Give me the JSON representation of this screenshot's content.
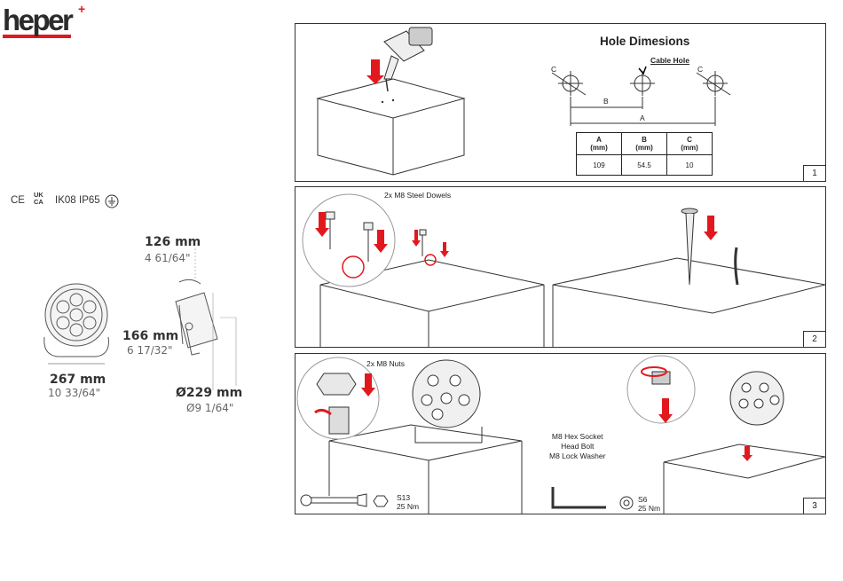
{
  "brand": {
    "logo_text": "heper",
    "accent": "#e1191f"
  },
  "certifications": {
    "ce": "CE",
    "ukca_top": "UK",
    "ukca_bottom": "CA",
    "ik": "IK08",
    "ip": "IP65"
  },
  "dimensions": {
    "depth_mm": "126 mm",
    "depth_in": "4 61/64\"",
    "height_mm": "166 mm",
    "height_in": "6 17/32\"",
    "width_mm": "267 mm",
    "width_in": "10 33/64\"",
    "diameter_mm": "Ø229 mm",
    "diameter_in": "Ø9 1/64\""
  },
  "panel1": {
    "number": "1",
    "title": "Hole Dimesions",
    "cable_hole_label": "Cable Hole",
    "label_a": "A",
    "label_b": "B",
    "label_c": "C",
    "table": {
      "headers": [
        [
          "A",
          "(mm)"
        ],
        [
          "B",
          "(mm)"
        ],
        [
          "C",
          "(mm)"
        ]
      ],
      "values": [
        "109",
        "54.5",
        "10"
      ]
    }
  },
  "panel2": {
    "number": "2",
    "dowels_label": "2x M8 Steel Dowels"
  },
  "panel3": {
    "number": "3",
    "nuts_label": "2x M8 Nuts",
    "bolt_lines": [
      "M8 Hex Socket",
      "Head Bolt",
      "M8 Lock Washer"
    ],
    "wrench_size": "S13",
    "wrench_torque": "25 Nm",
    "hex_size": "S6",
    "hex_torque": "25 Nm"
  }
}
